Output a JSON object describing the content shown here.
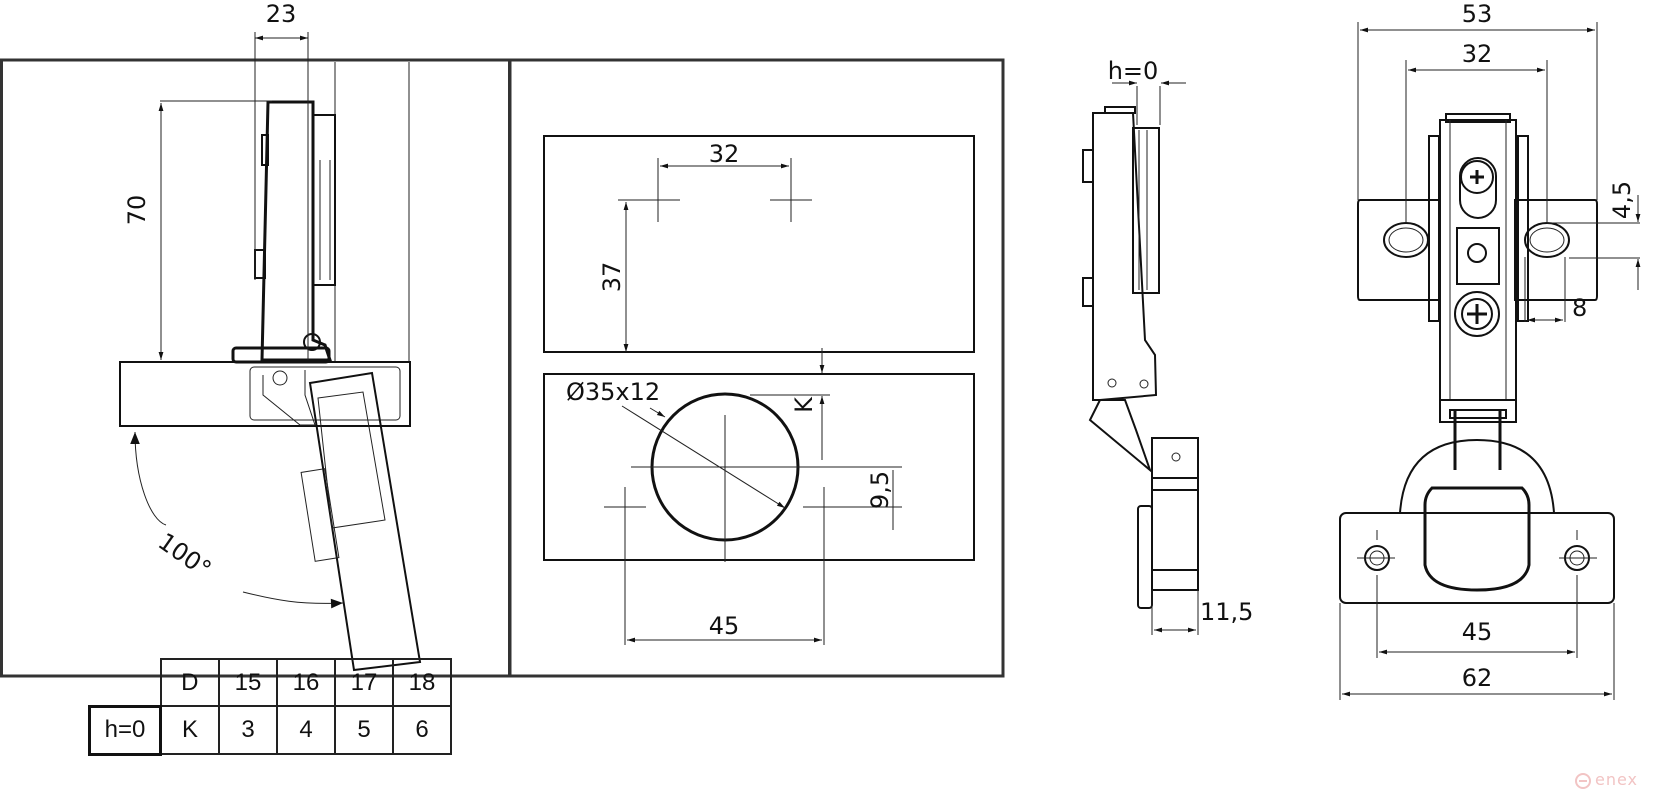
{
  "drawing": {
    "side_view": {
      "dim_width": "23",
      "dim_height": "70",
      "opening_angle": "100°"
    },
    "drilling_plan": {
      "dim_holes_spacing": "32",
      "dim_holes_offset": "37",
      "cup_diameter": "Ø35x12",
      "dim_k": "K",
      "dim_cup_offset": "9,5",
      "dim_base_holes": "45"
    },
    "profile_view": {
      "dim_h": "h=0",
      "dim_depth": "11,5"
    },
    "front_view": {
      "dim_plate_width": "53",
      "dim_plate_holes": "32",
      "dim_slot_offset": "4,5",
      "dim_slot_width": "8",
      "dim_cup_holes": "45",
      "dim_cup_width": "62"
    }
  },
  "table": {
    "h_label": "h=0",
    "header": [
      "D",
      "15",
      "16",
      "17",
      "18"
    ],
    "row": [
      "K",
      "3",
      "4",
      "5",
      "6"
    ]
  },
  "watermark": {
    "text": "enex",
    "color": "#f2c4c4"
  }
}
